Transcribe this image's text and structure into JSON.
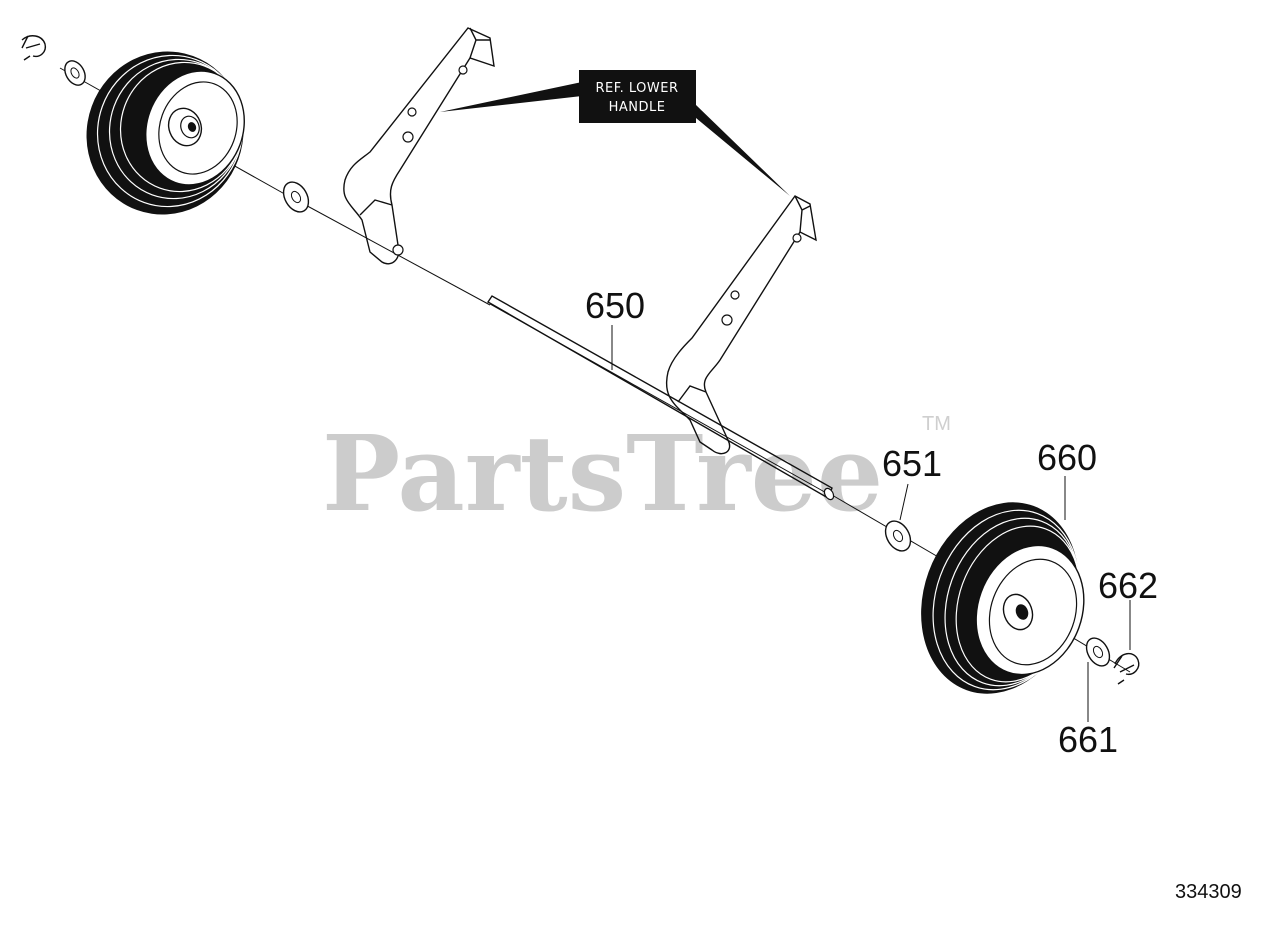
{
  "watermark": {
    "text": "PartsTree",
    "trademark": "TM"
  },
  "reference_label": {
    "line1": "REF. LOWER",
    "line2": "HANDLE"
  },
  "callouts": {
    "axle": "650",
    "washer_inner": "651",
    "wheel": "660",
    "washer_outer": "661",
    "retainer_clip": "662"
  },
  "figure_number": "334309"
}
